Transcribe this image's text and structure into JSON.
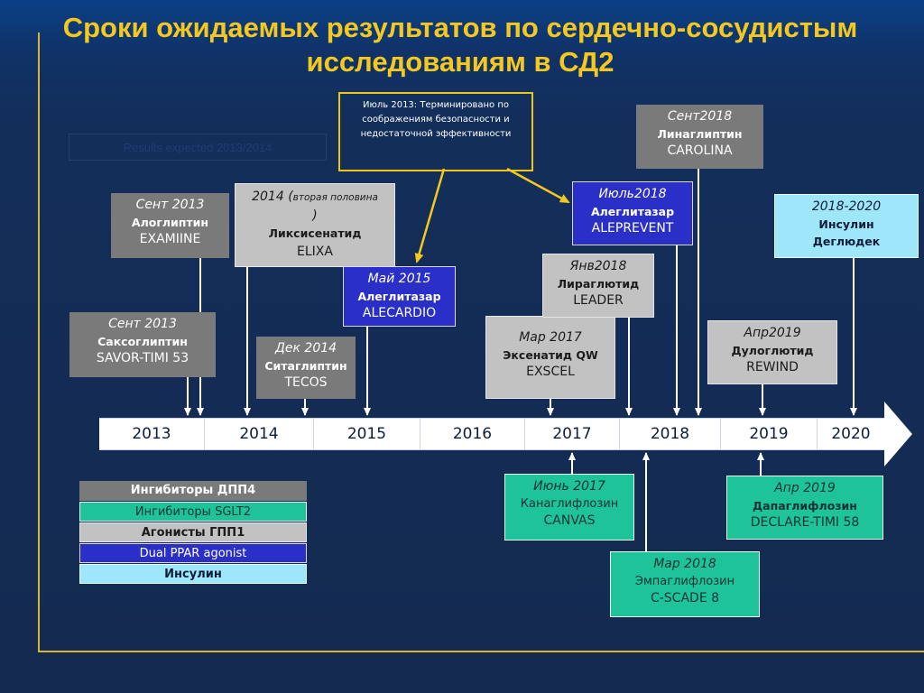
{
  "title": "Сроки ожидаемых результатов по сердечно-сосудистым исследованиям в СД2",
  "ghost_label": "Results expected 2013/2014",
  "callout": "Июль 2013: Терминировано по соображениям безопасности и недостаточной эффективности",
  "trials": {
    "examine": {
      "date": "Сент 2013",
      "drug": "Алоглиптин",
      "name": "EXAMIINE"
    },
    "savor": {
      "date": "Сент 2013",
      "drug": "Саксоглиптин",
      "name": "SAVOR-TIMI 53"
    },
    "elixa": {
      "date_main": "2014 (",
      "date_note": "вторая половина",
      "date_close": ")",
      "drug": "Ликсисенатид",
      "name": "ELIXA"
    },
    "tecos": {
      "date": "Дек 2014",
      "drug": "Ситаглиптин",
      "name": "TECOS"
    },
    "alecardio": {
      "date": "Май 2015",
      "drug": "Алеглитазар",
      "name": "ALECARDIO"
    },
    "exscel": {
      "date": "Мар 2017",
      "drug": "Эксенатид QW",
      "name": "EXSCEL"
    },
    "leader": {
      "date": "Янв2018",
      "drug": "Лираглютид",
      "name": "LEADER"
    },
    "aleprevent": {
      "date": "Июль2018",
      "drug": "Алеглитазар",
      "name": "ALEPREVENT"
    },
    "carolina": {
      "date": "Сент2018",
      "drug": "Линаглиптин",
      "name": "CAROLINA"
    },
    "rewind": {
      "date": "Апр2019",
      "drug": "Дулоглютид",
      "name": "REWIND"
    },
    "degludec": {
      "date": "2018-2020",
      "drug": "Инсулин",
      "name": "Деглюдек"
    },
    "canvas": {
      "date": "Июнь 2017",
      "drug": "Канаглифлозин",
      "name": "CANVAS"
    },
    "cscade": {
      "date": "Мар 2018",
      "drug": "Эмпаглифлозин",
      "name": "C-SCADE 8"
    },
    "declare": {
      "date": "Апр 2019",
      "drug": "Дапаглифлозин",
      "name": "DECLARE-TIMI 58"
    }
  },
  "timeline": {
    "years": [
      "2013",
      "2014",
      "2015",
      "2016",
      "2017",
      "2018",
      "2019",
      "2020"
    ]
  },
  "legend": [
    {
      "label": "Ингибиторы ДПП4",
      "color": "#7a7a7a"
    },
    {
      "label": "Ингибиторы SGLT2",
      "color": "#1fc39a"
    },
    {
      "label": "Агонисты ГПП1",
      "color": "#c2c2c2"
    },
    {
      "label": "Dual PPAR agonist",
      "color": "#2a2fc8"
    },
    {
      "label": "Инсулин",
      "color": "#9ee6fa"
    }
  ],
  "colors": {
    "accent": "#f4c81e",
    "dpp4": "#7a7a7a",
    "sglt2": "#1fc39a",
    "glp1": "#c2c2c2",
    "ppar": "#2a2fc8",
    "insulin": "#9ee6fa"
  }
}
